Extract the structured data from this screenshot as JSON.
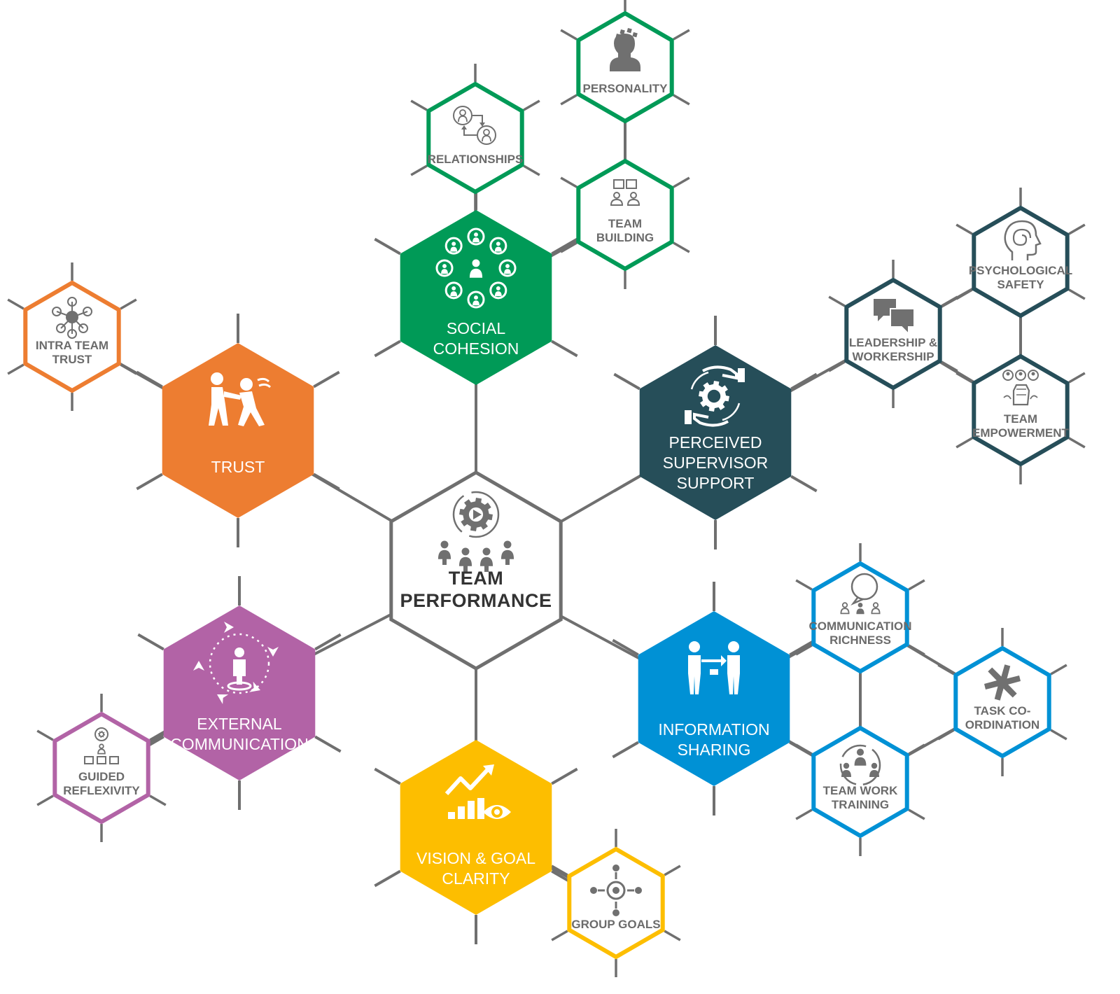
{
  "colors": {
    "connector": "#6f6f6f",
    "hub_stroke": "#6f6f6f",
    "icon_gray": "#707070",
    "trust": "#ed7d31",
    "social_cohesion": "#009a57",
    "supervisor_support": "#264e59",
    "information_sharing": "#0091d5",
    "vision_goal": "#fdbe00",
    "external_communication": "#b263a6"
  },
  "hub": {
    "icon": "team-gear-icon",
    "lines": [
      "TEAM",
      "PERFORMANCE"
    ]
  },
  "factors": [
    {
      "id": "social-cohesion",
      "color_key": "social_cohesion",
      "icon": "social-circle-icon",
      "lines": [
        "SOCIAL",
        "COHESION"
      ]
    },
    {
      "id": "trust",
      "color_key": "trust",
      "icon": "trust-fall-icon",
      "lines": [
        "TRUST"
      ]
    },
    {
      "id": "perceived-supervisor-support",
      "color_key": "supervisor_support",
      "icon": "hands-gear-icon",
      "lines": [
        "PERCEIVED",
        "SUPERVISOR",
        "SUPPORT"
      ]
    },
    {
      "id": "external-communication",
      "color_key": "external_communication",
      "icon": "person-arrows-icon",
      "lines": [
        "EXTERNAL",
        "COMMUNICATION"
      ]
    },
    {
      "id": "information-sharing",
      "color_key": "information_sharing",
      "icon": "people-exchange-icon",
      "lines": [
        "INFORMATION",
        "SHARING"
      ]
    },
    {
      "id": "vision-goal-clarity",
      "color_key": "vision_goal",
      "icon": "growth-eye-icon",
      "lines": [
        "VISION & GOAL",
        "CLARITY"
      ]
    }
  ],
  "sub_factors": [
    {
      "id": "personality",
      "color_key": "social_cohesion",
      "icon": "head-puzzle-icon",
      "lines": [
        "PERSONALITY"
      ]
    },
    {
      "id": "relationships",
      "color_key": "social_cohesion",
      "icon": "relationship-arrows-icon",
      "lines": [
        "RELATIONSHIPS"
      ]
    },
    {
      "id": "team-building",
      "color_key": "social_cohesion",
      "icon": "team-puzzle-icon",
      "lines": [
        "TEAM",
        "BUILDING"
      ]
    },
    {
      "id": "intra-team-trust",
      "color_key": "trust",
      "icon": "network-people-icon",
      "lines": [
        "INTRA TEAM",
        "TRUST"
      ]
    },
    {
      "id": "psychological-safety",
      "color_key": "supervisor_support",
      "icon": "head-spiral-icon",
      "lines": [
        "PSYCHOLOGICAL",
        "SAFETY"
      ]
    },
    {
      "id": "leadership-workership",
      "color_key": "supervisor_support",
      "icon": "speech-bubbles-icon",
      "lines": [
        "LEADERSHIP &",
        "WORKERSHIP"
      ]
    },
    {
      "id": "team-empowerment",
      "color_key": "supervisor_support",
      "icon": "raised-fist-icon",
      "lines": [
        "TEAM",
        "EMPOWERMENT"
      ]
    },
    {
      "id": "communication-richness",
      "color_key": "information_sharing",
      "icon": "group-chat-icon",
      "lines": [
        "COMMUNICATION",
        "RICHNESS"
      ]
    },
    {
      "id": "task-coordination",
      "color_key": "information_sharing",
      "icon": "joined-hands-icon",
      "lines": [
        "TASK CO-",
        "ORDINATION"
      ]
    },
    {
      "id": "team-work-training",
      "color_key": "information_sharing",
      "icon": "team-cycle-icon",
      "lines": [
        "TEAM WORK",
        "TRAINING"
      ]
    },
    {
      "id": "guided-reflexivity",
      "color_key": "external_communication",
      "icon": "presenter-icon",
      "lines": [
        "GUIDED",
        "REFLEXIVITY"
      ]
    },
    {
      "id": "group-goals",
      "color_key": "vision_goal",
      "icon": "target-icon",
      "lines": [
        "GROUP GOALS"
      ]
    }
  ]
}
